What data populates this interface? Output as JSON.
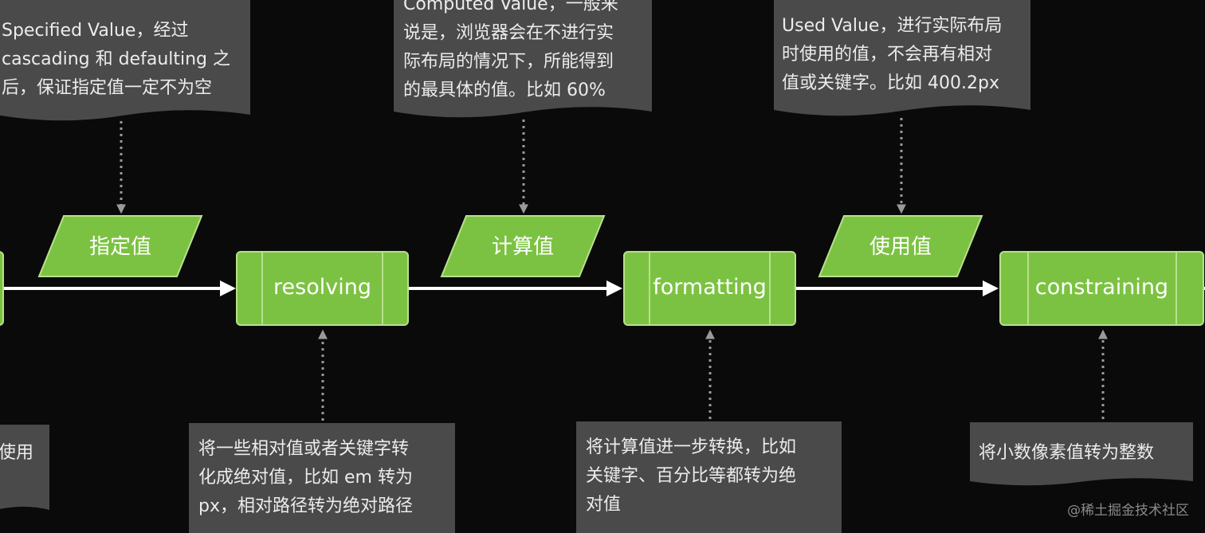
{
  "notes": {
    "specified": [
      "Specified Value，经过",
      "cascading 和 defaulting 之",
      "后，保证指定值一定不为空"
    ],
    "computed": [
      "Computed Value，一般来",
      "说是，浏览器会在不进行实",
      "际布局的情况下，所能得到",
      "的最具体的值。比如 60%"
    ],
    "used": [
      "Used Value，进行实际布局",
      "时使用的值，不会再有相对",
      "值或关键字。比如 400.2px"
    ],
    "left_bottom": [
      "使用"
    ],
    "resolving": [
      "将一些相对值或者关键字转",
      "化成绝对值，比如 em 转为",
      "px，相对路径转为绝对路径"
    ],
    "formatting": [
      "将计算值进一步转换，比如",
      "关键字、百分比等都转为绝",
      "对值"
    ],
    "constraining": [
      "将小数像素值转为整数"
    ]
  },
  "values": {
    "specified": "指定值",
    "computed": "计算值",
    "used": "使用值"
  },
  "steps": {
    "resolving": "resolving",
    "formatting": "formatting",
    "constraining": "constraining"
  },
  "watermark": "@稀土掘金技术社区",
  "colors": {
    "background": "#0a0a0a",
    "note": "#4a4a4a",
    "green": "#7cc242",
    "green_border": "#b8e08c",
    "arrow": "#ffffff",
    "dotted": "#9a9a9a"
  }
}
